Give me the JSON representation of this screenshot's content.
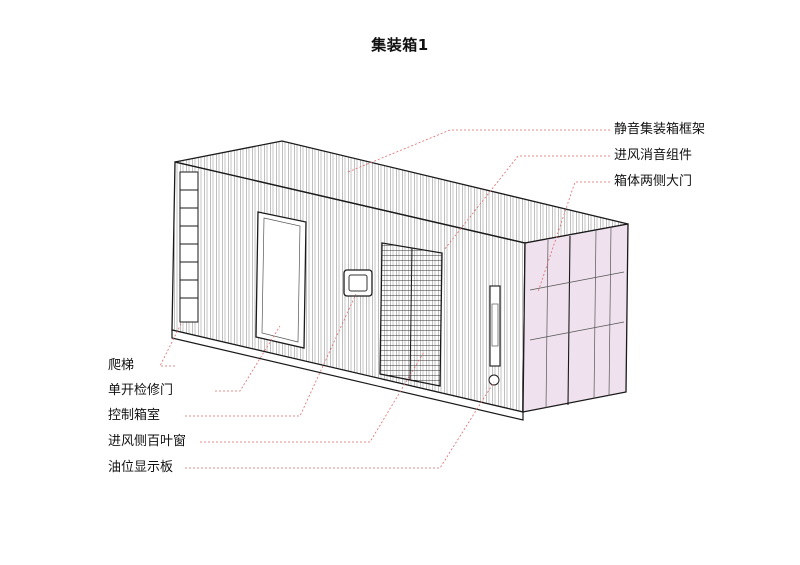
{
  "title": "集装箱1",
  "colors": {
    "leader": "#e06a6a",
    "line": "#1a1a1a",
    "panel_tint": "#efe2ee",
    "background": "#ffffff"
  },
  "callouts_right": [
    {
      "text": "静音集装箱框架"
    },
    {
      "text": "进风消音组件"
    },
    {
      "text": "箱体两侧大门"
    }
  ],
  "callouts_left": [
    {
      "text": "爬梯"
    },
    {
      "text": "单开检修门"
    },
    {
      "text": "控制箱室"
    },
    {
      "text": "进风侧百叶窗"
    },
    {
      "text": "油位显示板"
    }
  ]
}
